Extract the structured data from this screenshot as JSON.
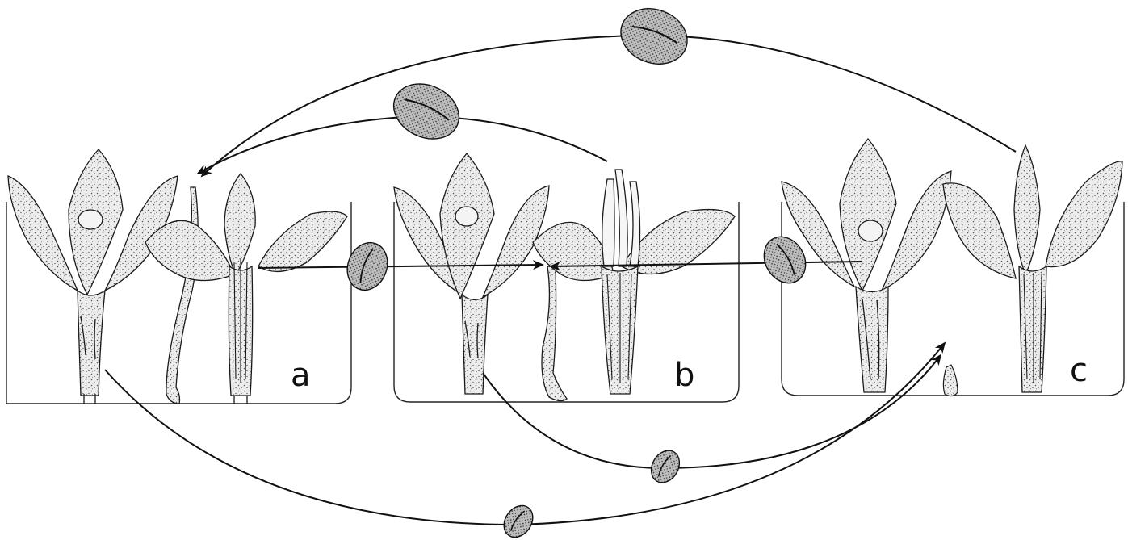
{
  "colors": {
    "ink": "#1a1a1a",
    "fill": "#e3e3e3",
    "seed": "#c9c9c9",
    "stipple": "#555555"
  },
  "panels": [
    {
      "id": "a",
      "label": "a"
    },
    {
      "id": "b",
      "label": "b"
    },
    {
      "id": "c",
      "label": "c"
    }
  ],
  "seed_icon": "pollen-grain-icon",
  "arrow_icon": "arrowhead-icon"
}
